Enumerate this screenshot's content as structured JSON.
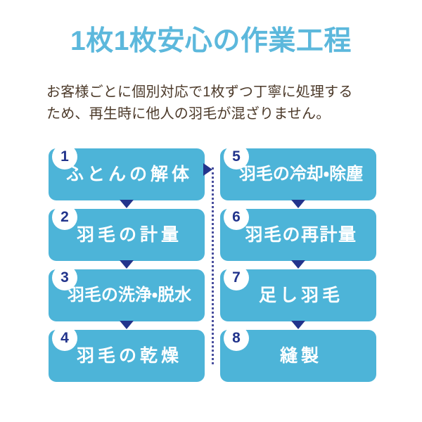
{
  "title": "1枚1枚安心の作業工程",
  "lead": {
    "line1": "お客様ごとに個別対応で1枚ずつ丁寧に処理する",
    "line2": "ため、再生時に他人の羽毛が混ざりません。"
  },
  "colors": {
    "title": "#5cb8dc",
    "body_text": "#4c3a2a",
    "step_box": "#4db4d8",
    "accent_navy": "#22348c",
    "badge_bg": "#ffffff",
    "connector_dotted": "#4a4f9e",
    "page_background": "#ffffff"
  },
  "flow": {
    "left_column": [
      {
        "number": "1",
        "label": "ふとんの解体"
      },
      {
        "number": "2",
        "label": "羽毛の計量"
      },
      {
        "number": "3",
        "label": "羽毛の洗浄・脱水"
      },
      {
        "number": "4",
        "label": "羽毛の乾燥"
      }
    ],
    "right_column": [
      {
        "number": "5",
        "label": "羽毛の冷却・除塵"
      },
      {
        "number": "6",
        "label": "羽毛の再計量"
      },
      {
        "number": "7",
        "label": "足し羽毛"
      },
      {
        "number": "8",
        "label": "縫製"
      }
    ],
    "connector": {
      "type": "dotted-line-with-arrow",
      "direction": "left-column-to-right-column",
      "arrow_icon": "arrow-right-icon",
      "step_arrow_icon": "arrow-down-icon"
    }
  }
}
